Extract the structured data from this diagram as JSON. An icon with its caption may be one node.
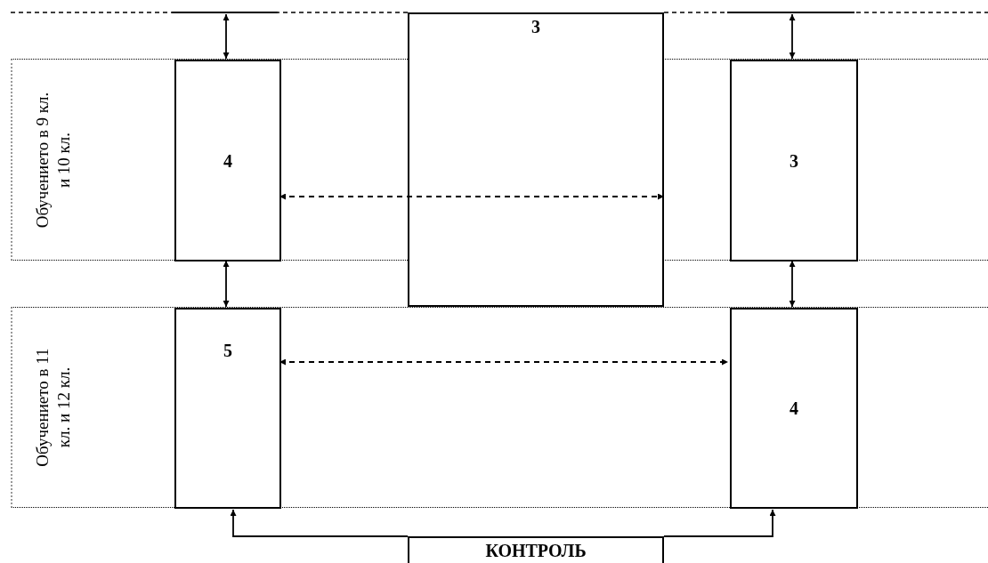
{
  "diagram": {
    "nodes": [
      {
        "text": [
          "Обучението в 9 кл. и 10 кл."
        ]
      },
      {
        "text": [
          "4"
        ],
        "in": 0
      },
      {
        "text": [
          "3"
        ]
      },
      {
        "text": [
          "3"
        ],
        "in": 0
      },
      {
        "text": [
          "Обучението в 11 кл. и 12 кл."
        ]
      },
      {
        "text": [
          "5"
        ],
        "in": 4
      },
      {
        "text": [
          "4"
        ],
        "in": 4
      },
      {
        "text": [
          "КОНТРОЛЬ"
        ]
      }
    ],
    "edges": [
      {
        "from": null,
        "to": 1,
        "arrow": "both"
      },
      {
        "from": null,
        "to": 3,
        "arrow": "both"
      },
      {
        "from": 1,
        "to": 5,
        "arrow": "both"
      },
      {
        "from": 1,
        "to": 2,
        "arrow": "both",
        "style": "dashed"
      },
      {
        "from": 3,
        "to": 6,
        "arrow": "both"
      },
      {
        "from": 5,
        "to": 6,
        "arrow": "both",
        "style": "dashed"
      },
      {
        "from": 7,
        "to": 5,
        "arrow": "to"
      },
      {
        "from": 7,
        "to": 6,
        "arrow": "to"
      }
    ]
  }
}
